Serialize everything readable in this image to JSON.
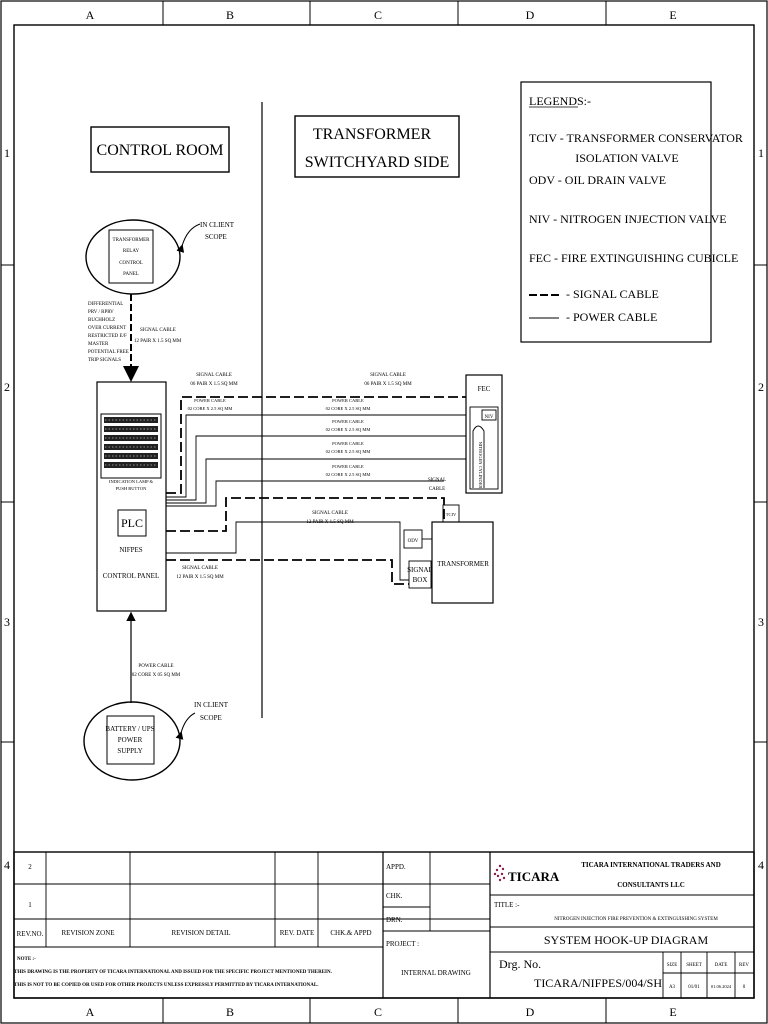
{
  "border": {
    "columns": [
      "A",
      "B",
      "C",
      "D",
      "E"
    ],
    "rows": [
      "1",
      "2",
      "3",
      "4"
    ]
  },
  "control_room": {
    "title": "CONTROL ROOM"
  },
  "switchyard": {
    "title_line1": "TRANSFORMER",
    "title_line2": "SWITCHYARD SIDE"
  },
  "legend": {
    "heading": "LEGENDS:-",
    "items": [
      {
        "code": "TCIV",
        "text_line1": " - TRANSFORMER CONSERVATOR",
        "text_line2": "ISOLATION VALVE"
      },
      {
        "code": "ODV",
        "text_line1": " - OIL DRAIN VALVE"
      },
      {
        "code": "NIV",
        "text_line1": " - NITROGEN INJECTION VALVE"
      },
      {
        "code": "FEC",
        "text_line1": " - FIRE EXTINGUISHING CUBICLE"
      }
    ],
    "signal_cable": "- SIGNAL CABLE",
    "power_cable": "- POWER CABLE"
  },
  "relay_panel": {
    "lines": [
      "TRANSFORMER",
      "RELAY",
      "CONTROL",
      "PANEL"
    ],
    "client_scope": [
      "IN CLIENT",
      "SCOPE"
    ]
  },
  "trip_signals": [
    "DIFFERENTIAL",
    "PRV / RPRV",
    "BUCHHOLZ",
    "OVER CURRENT",
    "RESTRICTED E/F",
    "MASTER",
    "POTENTIAL FREE",
    "TRIP SIGNALS"
  ],
  "cable_labels": {
    "relay_signal": [
      "SIGNAL CABLE",
      "12 PAIR X 1.5 SQ MM"
    ],
    "top_signal_left": [
      "SIGNAL CABLE",
      "06 PAIR X 1.5 SQ MM"
    ],
    "top_signal_right": [
      "SIGNAL CABLE",
      "06 PAIR X 1.5 SQ MM"
    ],
    "power_1_left": [
      "POWER CABLE",
      "02 CORE X 2.5 SQ MM"
    ],
    "power_1_right": [
      "POWER CABLE",
      "02 CORE X 2.5 SQ MM"
    ],
    "power_2": [
      "POWER CABLE",
      "02 CORE X 2.5 SQ MM"
    ],
    "power_3": [
      "POWER CABLE",
      "02 CORE X 2.5 SQ MM"
    ],
    "power_4": [
      "POWER CABLE",
      "02 CORE X 2.5 SQ MM"
    ],
    "signal_mid": [
      "SIGNAL CABLE",
      "12 PAIR X 1.5 SQ MM"
    ],
    "signal_bottom": [
      "SIGNAL CABLE",
      "12 PAIR X 1.5 SQ MM"
    ],
    "signal_tciv": [
      "SIGNAL",
      "CABLE"
    ],
    "ups_power": [
      "POWER CABLE",
      "02 CORE X 05 SQ MM"
    ]
  },
  "nifpes_panel": {
    "indication": [
      "INDICATION LAMP &",
      "PUSH BUTTON"
    ],
    "plc": "PLC",
    "name": "NIFPES",
    "label": "CONTROL PANEL"
  },
  "fec": {
    "label": "FEC",
    "niv": "NIV",
    "cyl": "NITROGEN CYLINDER"
  },
  "transformer": {
    "label": "TRANSFORMER",
    "tciv": "TCIV",
    "odv": "ODV",
    "signal_box": [
      "SIGNAL",
      "BOX"
    ]
  },
  "ups": {
    "lines": [
      "BATTERY / UPS",
      "POWER",
      "SUPPLY"
    ],
    "client_scope": [
      "IN CLIENT",
      "SCOPE"
    ]
  },
  "title_block": {
    "rev_rows": [
      "2",
      "1"
    ],
    "headers": [
      "REV.NO.",
      "REVISION  ZONE",
      "REVISION DETAIL",
      "REV. DATE",
      "CHK.& APPD"
    ],
    "appd": "APPD.",
    "chk": "CHK.",
    "drn": "DRN.",
    "note_title": "NOTE :-",
    "note_line1": "THIS DRAWING IS THE PROPERTY OF TICARA INTERNATIONAL AND ISSUED FOR THE SPECIFIC PROJECT MENTIONED THEREIN.",
    "note_line2": "THIS IS NOT TO BE COPIED OR USED FOR OTHER PROJECTS UNLESS EXPRESSLY PERMITTED BY TICARA INTERNATIONAL.",
    "project_label": "PROJECT :",
    "project_value": "INTERNAL DRAWING",
    "company_logo": "TICARA",
    "company_line1": "TICARA INTERNATIONAL TRADERS AND",
    "company_line2": "CONSULTANTS LLC",
    "title_label": "TITLE :-",
    "title_value": "NITROGEN INJECTION FIRE PREVENTION & EXTINGUISHING SYSTEM",
    "diagram_name": "SYSTEM HOOK-UP DIAGRAM",
    "drg_label": "Drg. No.",
    "drg_value": "TICARA/NIFPES/004/SH",
    "size_label": "SIZE",
    "size_value": "A3",
    "sheet_label": "SHEET",
    "sheet_value": "01/01",
    "date_label": "DATE",
    "date_value": "01.06.2024",
    "rev_label": "REV",
    "rev_value": "0"
  },
  "colors": {
    "line": "#000000",
    "logo_accent": "#8b1a4a",
    "logo_text": "#6b2a6b"
  }
}
